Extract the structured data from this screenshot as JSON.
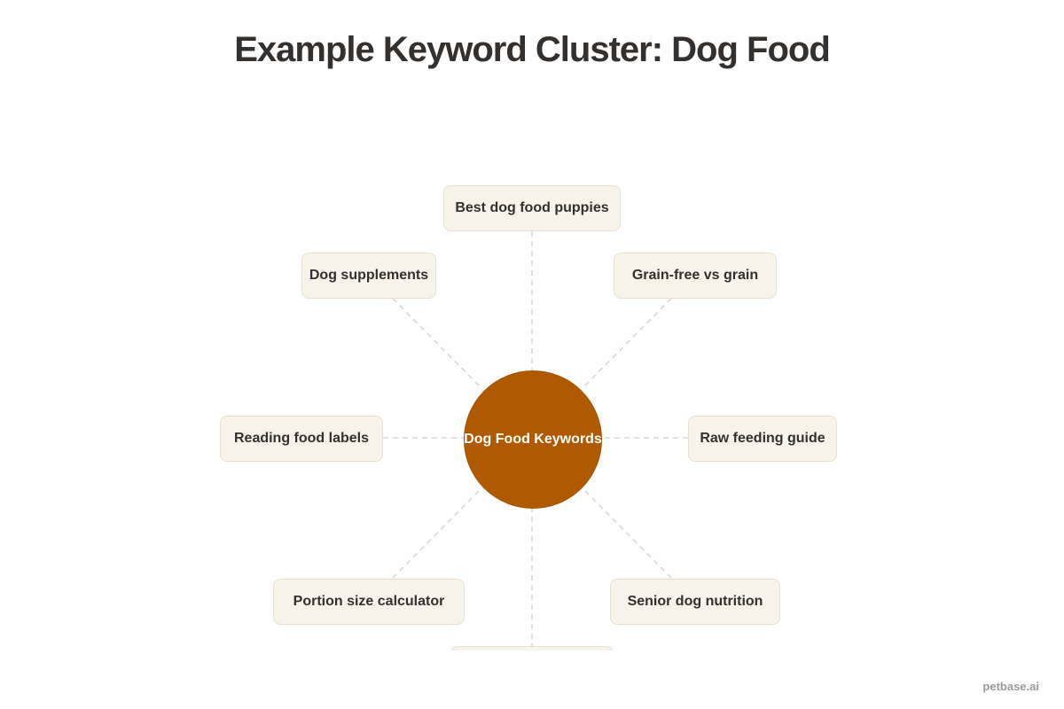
{
  "title": "Example Keyword Cluster: Dog Food",
  "center": {
    "label": "Dog Food Keywords",
    "color": "#b05a00"
  },
  "nodes": [
    {
      "label": "Best dog food puppies"
    },
    {
      "label": "Grain-free vs grain"
    },
    {
      "label": "Raw feeding guide"
    },
    {
      "label": "Senior dog nutrition"
    },
    {
      "label": "Portion size calculator"
    },
    {
      "label": "Reading food labels"
    },
    {
      "label": "Dog supplements"
    }
  ],
  "watermark": "petbase.ai"
}
